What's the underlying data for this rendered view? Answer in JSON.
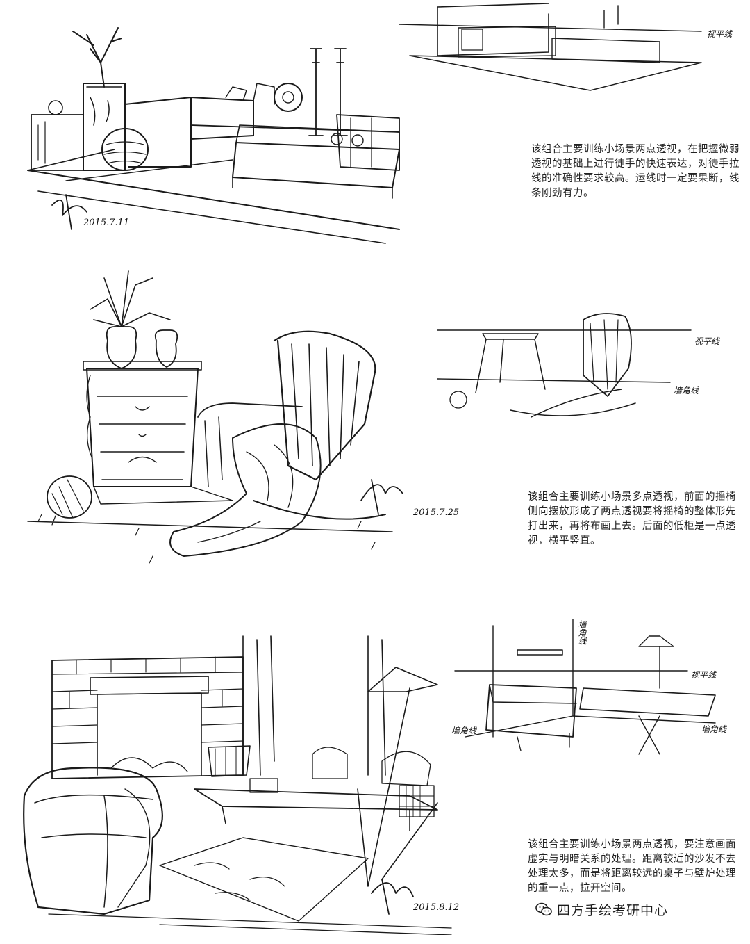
{
  "captions": {
    "scene1": "该组合主要训练小场景两点透视，在把握微弱透视的基础上进行徒手的快速表达，对徒手拉线的准确性要求较高。运线时一定要果断，线条刚劲有力。",
    "scene2": "该组合主要训练小场景多点透视，前面的摇椅侧向摆放形成了两点透视要将摇椅的整体形先打出来，再将布画上去。后面的低柜是一点透视，横平竖直。",
    "scene3": "该组合主要训练小场景两点透视，要注意画面虚实与明暗关系的处理。距离较近的沙发不去处理太多，而是将距离较远的桌子与壁炉处理的重一点，拉开空间。"
  },
  "annotations": {
    "horizon_1": "视平线",
    "horizon_2": "视平线",
    "wall_corner_2": "墙角线",
    "horizon_3": "视平线",
    "wall_corner_3_left": "墙角线",
    "wall_corner_3_right": "墙角线",
    "wall_corner_3_top": "墙角线"
  },
  "signatures": {
    "scene1_date": "2015.7.11",
    "scene2_date": "2015.7.25",
    "scene3_date": "2015.8.12"
  },
  "watermark": {
    "text": "四方手绘考研中心",
    "icon": "wechat-icon"
  }
}
